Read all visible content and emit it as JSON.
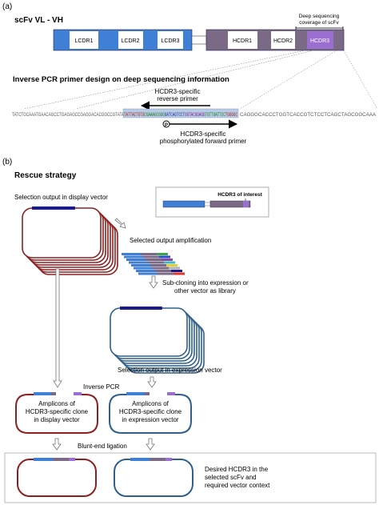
{
  "panel_a": {
    "label": "(a)",
    "title": "scFv VL - VH",
    "regions": [
      "LCDR1",
      "LCDR2",
      "LCDR3",
      "HCDR1",
      "HCDR2",
      "HCDR3"
    ],
    "coverage_line1": "Deep sequencing",
    "coverage_line2": "coverage of scFv",
    "subtitle": "Inverse PCR primer design on deep sequencing information",
    "reverse_primer_line1": "HCDR3-specific",
    "reverse_primer_line2": "reverse primer",
    "seq_left": "TATCTGCAAATGAACAGCCTGAGAGCCGAGGACACGGCCGTATA",
    "seq_highlight": "TATTACTGTGCGAAAGCGGGGATCAGTCCTGGTACGGAGGTGTTGATTCCTGGGGC",
    "seq_right": "CAGGGCACCCTGGTCACCGTCTCCTCAGCTAGCGGCAAA",
    "phospho_symbol": "P",
    "forward_primer_line1": "HCDR3-specific",
    "forward_primer_line2": "phosphorylated forward primer"
  },
  "panel_b": {
    "label": "(b)",
    "title": "Rescue strategy",
    "selection_output_display": "Selection output in display vector",
    "hcdr3_of_interest": "HCDR3 of interest",
    "selected_output_amplification": "Selected output amplification",
    "subcloning_line1": "Sub-cloning into expression or",
    "subcloning_line2": "other vector as library",
    "selection_output_expression": "Selection output in expression vector",
    "inverse_pcr": "Inverse PCR",
    "amplicon_display_line1": "Amplicons of",
    "amplicon_display_line2": "HCDR3-specific clone",
    "amplicon_display_line3": "in display vector",
    "amplicon_expression_line1": "Amplicons of",
    "amplicon_expression_line2": "HCDR3-specific clone",
    "amplicon_expression_line3": "in expression vector",
    "blunt_end_ligation": "Blunt-end ligation",
    "desired_line1": "Desired HCDR3 in the",
    "desired_line2": "selected scFv and",
    "desired_line3": "required vector context"
  },
  "colors": {
    "light_region": "#3f7fd6",
    "heavy_region": "#7a6a86",
    "hcdr3": "#9b6fd2",
    "display_vector": "#8c2020",
    "expression_vector": "#2f5f8a",
    "seq_highlight_bg": "#b8cbe4",
    "insert_palette": [
      "#e2322a",
      "#3aa64a",
      "#2b48c8",
      "#8a4aa0",
      "#3fb8c0",
      "#e0d040",
      "#b0b0b0",
      "#1a1a8a"
    ]
  }
}
